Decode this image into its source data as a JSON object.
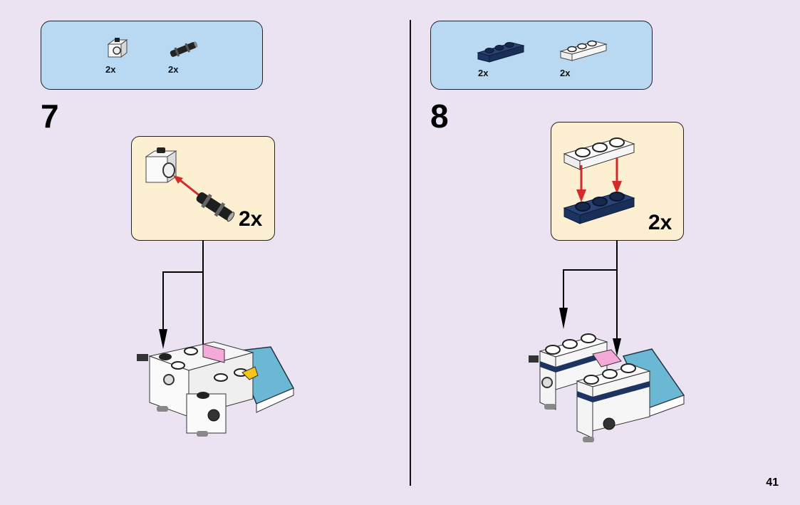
{
  "page": {
    "number": "41",
    "background": "#ece3f2"
  },
  "steps": [
    {
      "number": "7",
      "parts": [
        {
          "name": "white technic brick 1x1 with hole",
          "qty": "2x"
        },
        {
          "name": "black technic pin",
          "qty": "2x"
        }
      ],
      "callout": {
        "qty": "2x",
        "description": "Insert black pin into white technic brick hole"
      }
    },
    {
      "number": "8",
      "parts": [
        {
          "name": "dark blue plate 1x3",
          "qty": "2x"
        },
        {
          "name": "white plate 1x3",
          "qty": "2x"
        }
      ],
      "callout": {
        "qty": "2x",
        "description": "Stack white plate onto dark blue plate"
      }
    }
  ],
  "colors": {
    "parts_box": "#b9d9f2",
    "callout_box": "#fdf0d2",
    "arrow_red": "#d42a2a",
    "dark_blue": "#1d3461",
    "pink": "#f4a9d8",
    "teal": "#6bb8d4"
  }
}
